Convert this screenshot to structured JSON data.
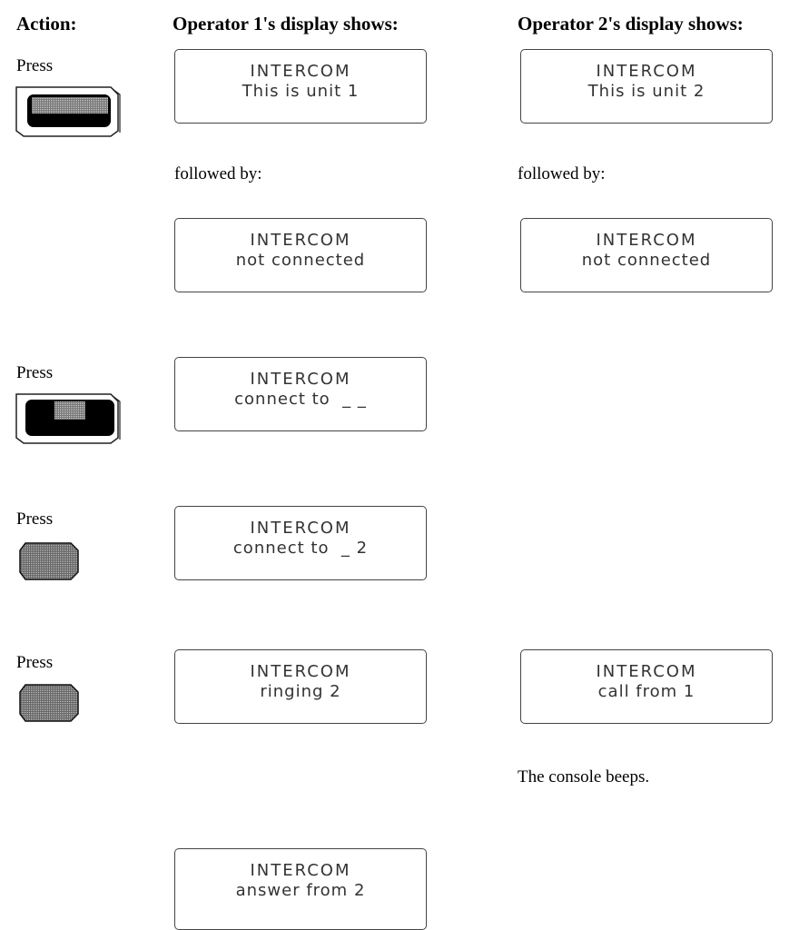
{
  "headers": {
    "action": "Action:",
    "operator1": "Operator 1's display shows:",
    "operator2": "Operator 2's display shows:"
  },
  "steps": [
    {
      "action": "Press",
      "key_icon": "intercom-key-icon",
      "op1_display": {
        "line1": "INTERCOM",
        "line2": "This is unit 1"
      },
      "op2_display": {
        "line1": "INTERCOM",
        "line2": "This is unit 2"
      },
      "op1_followed_by": "followed by:",
      "op2_followed_by": "followed by:",
      "op1_display_next": {
        "line1": "INTERCOM",
        "line2": "not connected"
      },
      "op2_display_next": {
        "line1": "INTERCOM",
        "line2": "not connected"
      }
    },
    {
      "action": "Press",
      "key_icon": "connect-key-icon",
      "op1_display": {
        "line1": "INTERCOM",
        "line2": "connect to  _ _"
      }
    },
    {
      "action": "Press",
      "key_icon": "digit-key-icon",
      "op1_display": {
        "line1": "INTERCOM",
        "line2": "connect to  _ 2"
      }
    },
    {
      "action": "Press",
      "key_icon": "digit-key-icon",
      "op1_display": {
        "line1": "INTERCOM",
        "line2": "ringing 2"
      },
      "op2_display": {
        "line1": "INTERCOM",
        "line2": "call from 1"
      },
      "op2_note": "The console beeps."
    },
    {
      "op1_display": {
        "line1": "INTERCOM",
        "line2": "answer from 2"
      }
    }
  ]
}
